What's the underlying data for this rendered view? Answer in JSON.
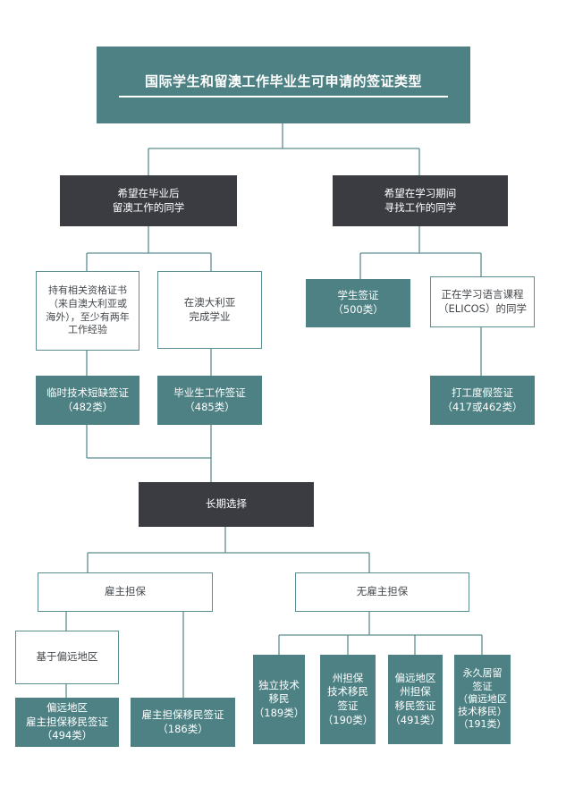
{
  "title": "国际学生和留澳工作毕业生可申请的签证类型",
  "branches": {
    "after_graduation": "希望在毕业后\n留澳工作的同学",
    "during_study": "希望在学习期间\n寻找工作的同学"
  },
  "after_graduation_paths": {
    "qualified": "持有相关资格证书\n（来自澳大利亚或\n海外），至少有两年\n工作经验",
    "completed_study": "在澳大利亚\n完成学业"
  },
  "during_study_paths": {
    "student_visa": "学生签证\n（500类）",
    "elicos": "正在学习语言课程\n（ELICOS）的同学"
  },
  "visas": {
    "tss": "临时技术短缺签证\n（482类）",
    "graduate": "毕业生工作签证\n（485类）",
    "working_holiday": "打工度假签证\n（417或462类）"
  },
  "long_term": "长期选择",
  "sponsorship": {
    "employer": "雇主担保",
    "none": "无雇主担保",
    "regional_basis": "基于偏远地区"
  },
  "employer_visas": {
    "regional_employer": "偏远地区\n雇主担保移民签证\n（494类）",
    "employer_nomination": "雇主担保移民签证\n（186类）"
  },
  "independent_visas": {
    "skilled_independent": "独立技术\n移民\n（189类）",
    "state_nominated": "州担保\n技术移民\n签证\n（190类）",
    "regional_state": "偏远地区\n州担保\n移民签证\n（491类）",
    "permanent_regional": "永久居留\n签证\n（偏远地区\n技术移民）\n（191类）"
  },
  "colors": {
    "teal": "#4d8184",
    "dark": "#3a3c42",
    "line": "#5c8e90"
  }
}
